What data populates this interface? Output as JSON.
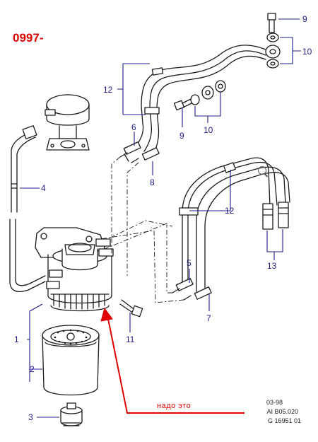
{
  "header": {
    "code": "0997-"
  },
  "callouts": [
    {
      "id": "c9a",
      "text": "9"
    },
    {
      "id": "c10a",
      "text": "10"
    },
    {
      "id": "c12a",
      "text": "12"
    },
    {
      "id": "c6",
      "text": "6"
    },
    {
      "id": "c9b",
      "text": "9"
    },
    {
      "id": "c10b",
      "text": "10"
    },
    {
      "id": "c8",
      "text": "8"
    },
    {
      "id": "c4",
      "text": "4"
    },
    {
      "id": "c12b",
      "text": "12"
    },
    {
      "id": "c13",
      "text": "13"
    },
    {
      "id": "c5",
      "text": "5"
    },
    {
      "id": "c7",
      "text": "7"
    },
    {
      "id": "c11",
      "text": "11"
    },
    {
      "id": "c1",
      "text": "1"
    },
    {
      "id": "c2",
      "text": "2"
    },
    {
      "id": "c3",
      "text": "3"
    }
  ],
  "annotation": {
    "text": "надо это"
  },
  "reference": {
    "line1": "03-98",
    "line2": "AI B05.020",
    "line3": "G 16951 01"
  },
  "colors": {
    "line": "#1a1a1a",
    "callout": "#1c1c8c",
    "accent": "#e00000"
  }
}
